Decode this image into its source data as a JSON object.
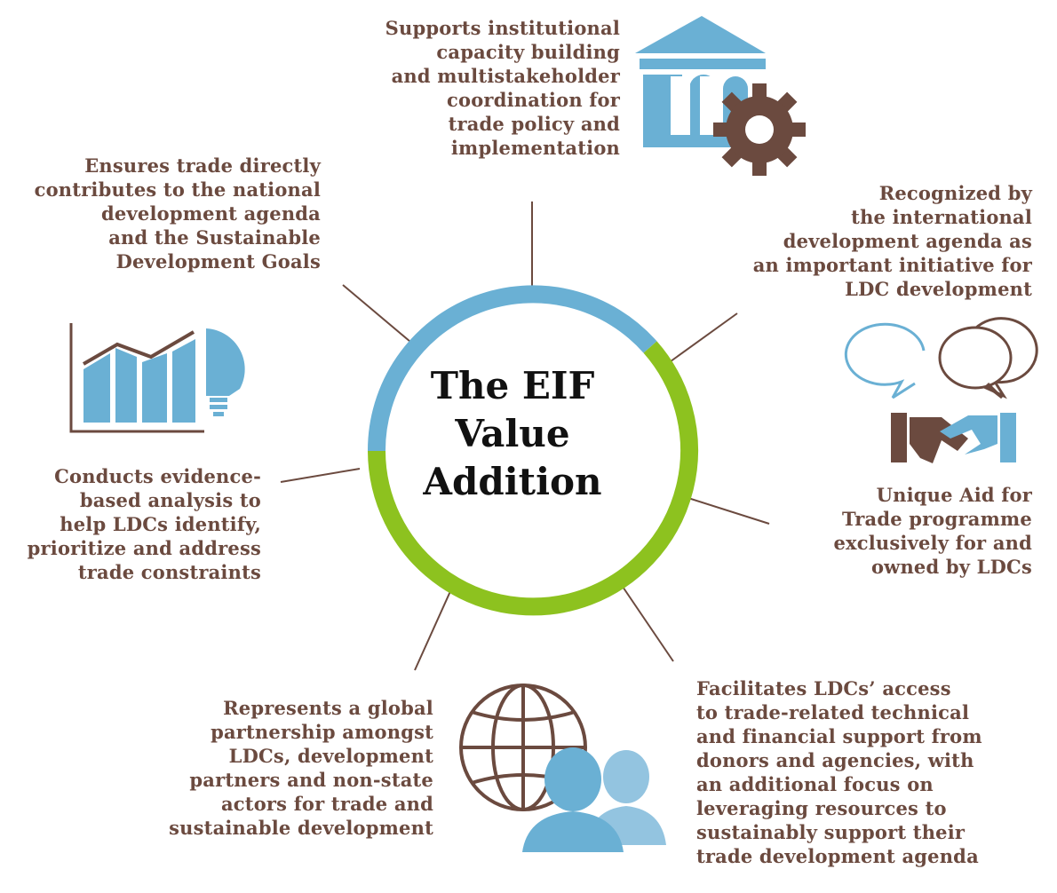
{
  "center_title": "The EIF\nValue\nAddition",
  "nodes": {
    "capacity": "Supports institutional\ncapacity building\nand multistakeholder\ncoordination for\ntrade policy and\nimplementation",
    "recognized": "Recognized by\nthe international\ndevelopment agenda as\nan important initiative for\nLDC development",
    "unique": "Unique Aid for\nTrade programme\nexclusively for and\nowned by LDCs",
    "facilitates": "Facilitates LDCs’ access\nto trade-related technical\nand financial support from\ndonors and agencies, with\nan additional focus on\nleveraging resources to\nsustainably support their\ntrade development agenda",
    "partnership": "Represents a global\npartnership amongst\nLDCs, development\npartners and non-state\nactors for trade and\nsustainable development",
    "analysis": "Conducts evidence-\nbased analysis to\nhelp LDCs identify,\nprioritize and address\ntrade constraints",
    "ensures": "Ensures trade directly\ncontributes to the national\ndevelopment agenda\nand the Sustainable\nDevelopment Goals"
  },
  "colors": {
    "text": "#6b4a3f",
    "line": "#6b4a3f",
    "blue": "#6ab0d4",
    "light_blue": "#93c4e0",
    "green": "#8dc21f",
    "brown": "#6b4a3f"
  },
  "icons": [
    "institution-gear-icon",
    "chat-bubbles-icon",
    "handshake-icon",
    "bar-chart-lightbulb-icon",
    "globe-icon",
    "people-icon"
  ]
}
